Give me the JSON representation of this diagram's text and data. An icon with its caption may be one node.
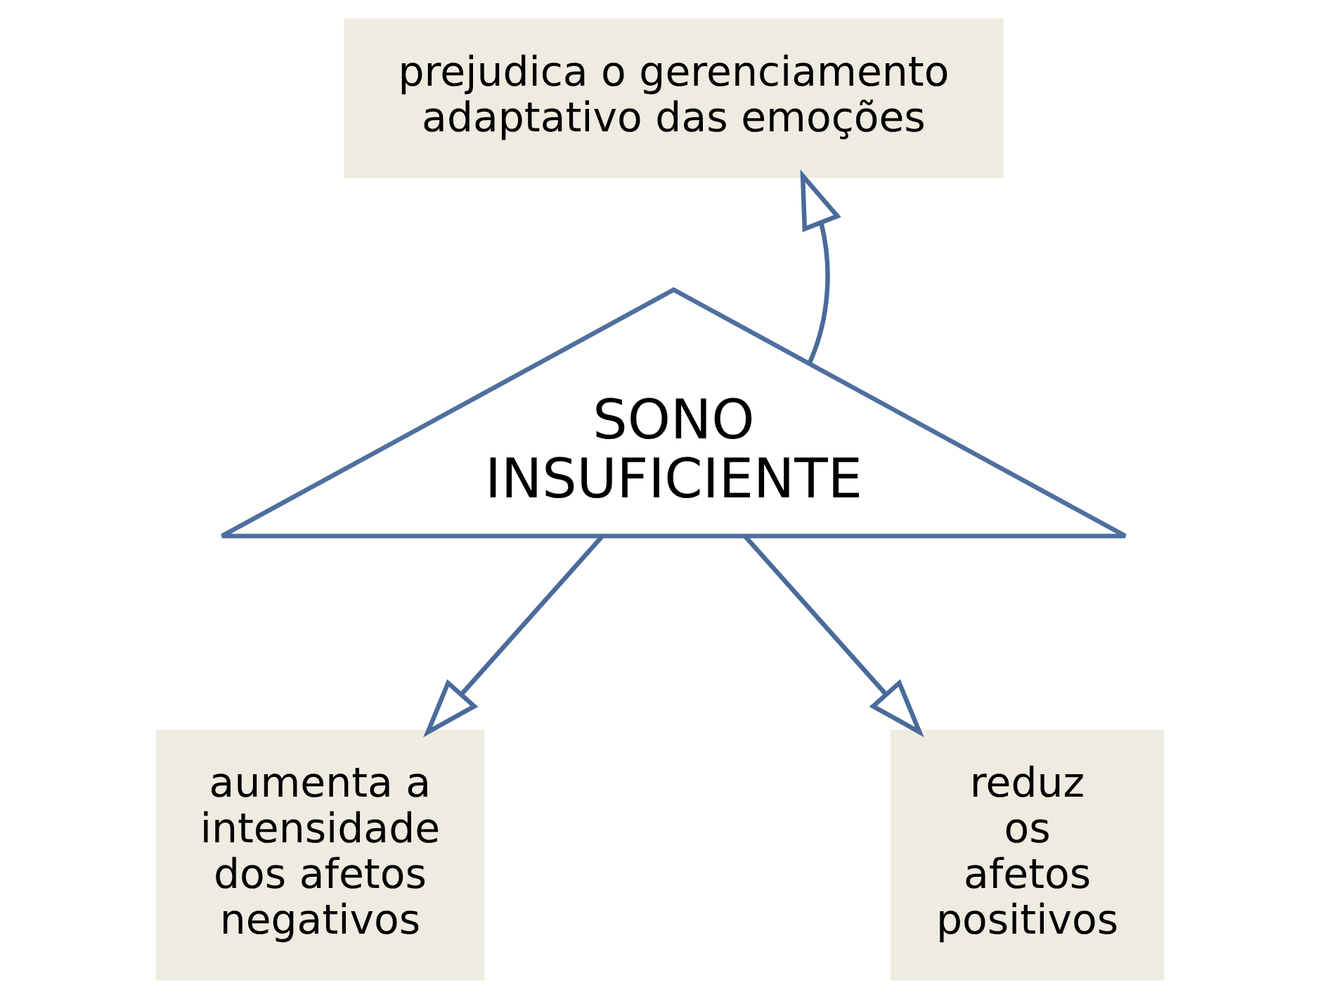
{
  "diagram": {
    "nodes": [
      {
        "text": [
          "prejudica o gerenciamento adaptativo das emoções"
        ]
      },
      {
        "text": [
          "SONO INSUFICIENTE"
        ]
      },
      {
        "text": [
          "aumenta a intensidade dos afetos negativos"
        ]
      },
      {
        "text": [
          "reduz os afetos positivos"
        ]
      }
    ],
    "edges": [
      {
        "from": 1,
        "to": 0,
        "arrow": "to"
      },
      {
        "from": 1,
        "to": 2,
        "arrow": "to"
      },
      {
        "from": 1,
        "to": 3,
        "arrow": "to"
      }
    ]
  }
}
